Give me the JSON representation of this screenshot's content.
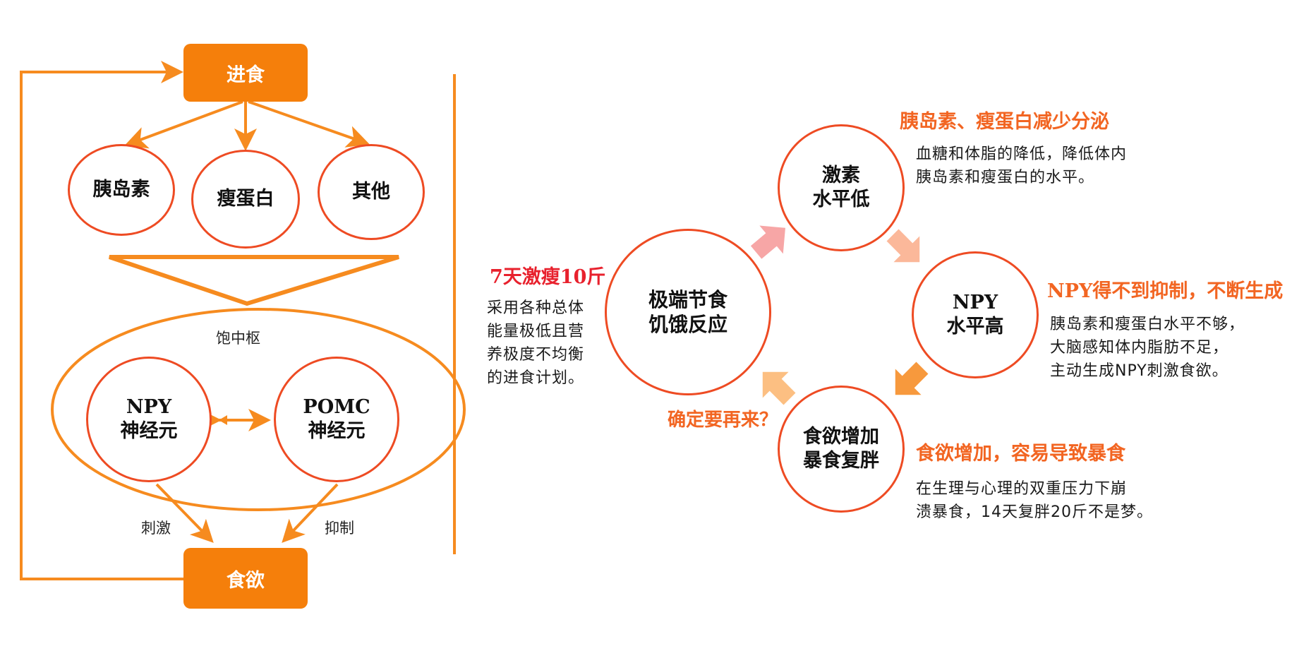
{
  "colors": {
    "box": "#f57f0b",
    "line": "#f68b1f",
    "circle": "#ee4b23",
    "heading_orange": "#f26522",
    "heading_red": "#e8212d",
    "arrow_pink": "#f7a6a6",
    "arrow_peach": "#fbb89a",
    "arrow_orange": "#f7993d",
    "arrow_light": "#fcbf82"
  },
  "left": {
    "top_box": "进食",
    "bottom_box": "食欲",
    "hormones": [
      "胰岛素",
      "瘦蛋白",
      "其他"
    ],
    "center_label": "饱中枢",
    "npy": [
      "NPY",
      "神经元"
    ],
    "pomc": [
      "POMC",
      "神经元"
    ],
    "stimulate": "刺激",
    "inhibit": "抑制"
  },
  "right": {
    "center": [
      "极端节食",
      "饥饿反应"
    ],
    "hormone": [
      "激素",
      "水平低"
    ],
    "npy": [
      "NPY",
      "水平高"
    ],
    "appetite": [
      "食欲增加",
      "暴食复胖"
    ],
    "h1": "胰岛素、瘦蛋白减少分泌",
    "d1": [
      "血糖和体脂的降低，降低体内",
      "胰岛素和瘦蛋白的水平。"
    ],
    "h2": "NPY得不到抑制，不断生成",
    "d2": [
      "胰岛素和瘦蛋白水平不够，",
      "大脑感知体内脂肪不足，",
      "主动生成NPY刺激食欲。"
    ],
    "h3": "食欲增加，容易导致暴食",
    "d3": [
      "在生理与心理的双重压力下崩",
      "溃暴食，14天复胖20斤不是梦。"
    ],
    "h4": "7天激瘦10斤",
    "d4": [
      "采用各种总体",
      "能量极低且营",
      "养极度不均衡",
      "的进食计划。"
    ],
    "again": "确定要再来？"
  }
}
